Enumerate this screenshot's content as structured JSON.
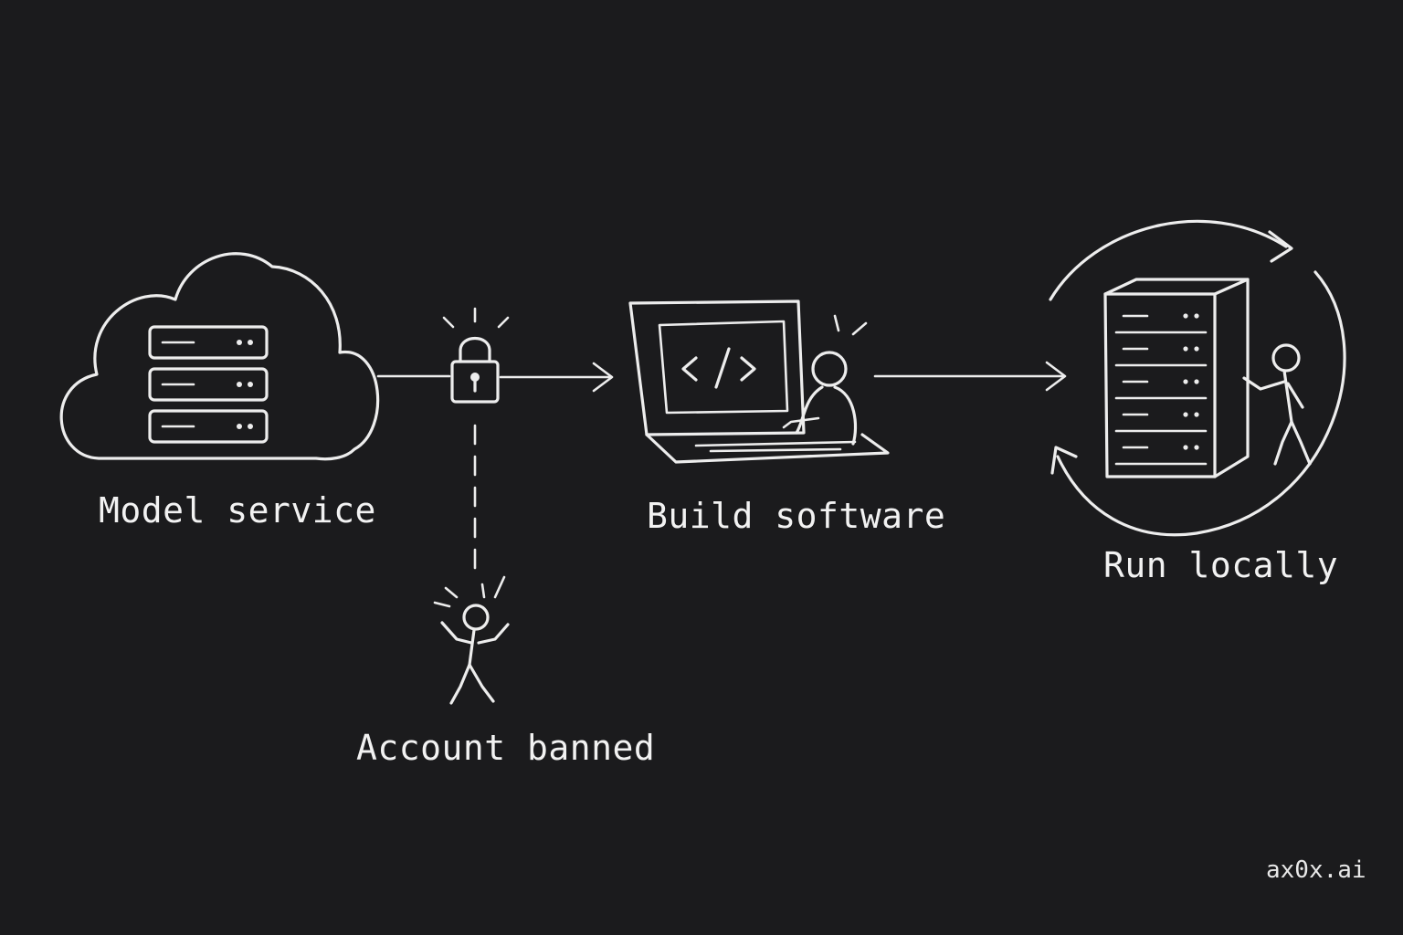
{
  "diagram": {
    "nodes": [
      {
        "id": "model-service",
        "label": "Model service",
        "icon": "cloud-server-icon"
      },
      {
        "id": "account-banned",
        "label": "Account banned",
        "icon": "stressed-person-icon"
      },
      {
        "id": "build-software",
        "label": "Build software",
        "icon": "laptop-coder-icon"
      },
      {
        "id": "run-locally",
        "label": "Run locally",
        "icon": "local-server-cycle-icon"
      }
    ],
    "connectors": [
      {
        "from": "model-service",
        "to": "build-software",
        "via": "lock-icon",
        "style": "solid-arrow"
      },
      {
        "from": "lock-icon",
        "to": "account-banned",
        "style": "dashed"
      },
      {
        "from": "build-software",
        "to": "run-locally",
        "style": "solid-arrow"
      }
    ],
    "watermark": "ax0x.ai"
  },
  "colors": {
    "background": "#1b1b1d",
    "ink": "#ededed"
  }
}
